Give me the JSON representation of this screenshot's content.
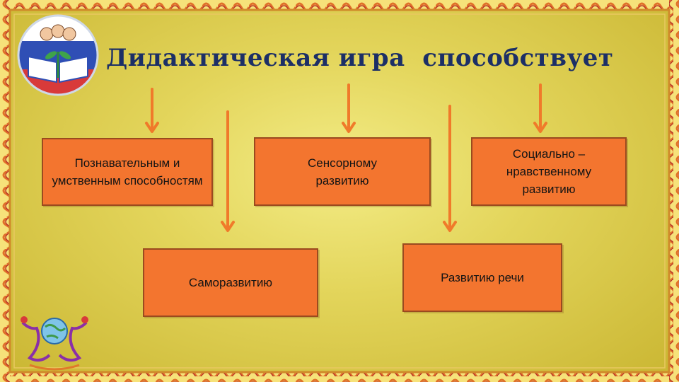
{
  "title": "Дидактическая игра  способствует",
  "boxes": {
    "cognitive": "Познавательным и умственным способностям",
    "sensory": "Сенсорному развитию",
    "social": "Социально – нравственному развитию",
    "self": "Саморазвитию",
    "speech": "Развитию речи"
  },
  "colors": {
    "box_fill": "#f3752f",
    "arrow": "#f07a2a",
    "title": "#1c2f66"
  },
  "icons": {
    "logo": "children-book-logo-icon",
    "emblem": "globe-dancers-emblem-icon"
  }
}
